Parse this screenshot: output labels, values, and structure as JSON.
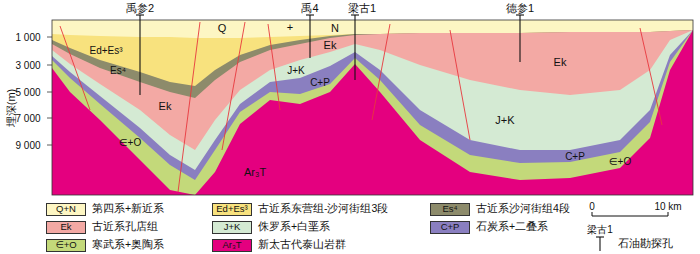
{
  "diagram": {
    "labels": [
      "禹参2",
      "禹4",
      "梁古1",
      "德参1",
      "Q",
      "+",
      "N",
      "Ed+Es³",
      "Es⁴",
      "Ek",
      "Ek",
      "J+K",
      "C+P",
      "Ek",
      "∈+O",
      "J+K",
      "C+P",
      "∈+O",
      "Ar₃T",
      "埋深(m)",
      "1 000",
      "3 000",
      "5 000",
      "7 000",
      "9 000",
      "Q+N",
      "Ed+Es³",
      "Es⁴",
      "Ek",
      "J+K",
      "C+P",
      "∈+O",
      "Ar₃T",
      "0",
      "10 km",
      "梁古1"
    ],
    "legend": [
      {
        "text": "第四系+新近系",
        "color": "#fdf6c3"
      },
      {
        "text": "古近系东营组-沙河街组3段",
        "color": "#f8e27e"
      },
      {
        "text": "古近系沙河街组4段",
        "color": "#8d8b6b"
      },
      {
        "text": "古近系孔店组",
        "color": "#f3a9a4"
      },
      {
        "text": "侏罗系+白垩系",
        "color": "#d4ead3"
      },
      {
        "text": "石炭系+二叠系",
        "color": "#8a7fc0"
      },
      {
        "text": "寒武系+奥陶系",
        "color": "#c3d97a"
      },
      {
        "text": "新太古代泰山岩群",
        "color": "#e4007f"
      },
      {
        "text": "石油勘探孔"
      }
    ]
  }
}
